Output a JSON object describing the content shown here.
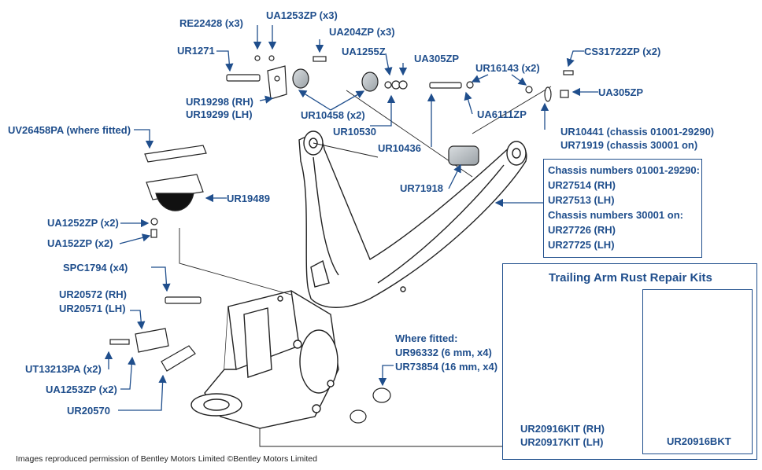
{
  "labels": {
    "re22428": "RE22428 (x3)",
    "ua1253zp_top": "UA1253ZP (x3)",
    "ua204zp": "UA204ZP (x3)",
    "ur1271": "UR1271",
    "ua1255z": "UA1255Z",
    "ua305zp_top": "UA305ZP",
    "ur16143": "UR16143 (x2)",
    "cs31722zp": "CS31722ZP (x2)",
    "ua305zp_right": "UA305ZP",
    "ur19298": "UR19298 (RH)",
    "ur19299": "UR19299 (LH)",
    "ur10458": "UR10458 (x2)",
    "ua6111zp": "UA6111ZP",
    "uv26458pa": "UV26458PA (where fitted)",
    "ur10530": "UR10530",
    "ur10441": "UR10441 (chassis 01001-29290)",
    "ur71919": "UR71919 (chassis 30001 on)",
    "ur10436": "UR10436",
    "ur19489": "UR19489",
    "ur71918": "UR71918",
    "ua1252zp": "UA1252ZP (x2)",
    "ua152zp": "UA152ZP (x2)",
    "spc1794": "SPC1794 (x4)",
    "ur20572": "UR20572 (RH)",
    "ur20571": "UR20571 (LH)",
    "ut13213pa": "UT13213PA (x2)",
    "ua1253zp_bottom": "UA1253ZP (x2)",
    "ur20570": "UR20570",
    "where_fitted": "Where fitted:",
    "ur96332": "UR96332 (6 mm, x4)",
    "ur73854": "UR73854 (16 mm, x4)"
  },
  "chassis_box": {
    "line1": "Chassis numbers 01001-29290:",
    "line2": "UR27514 (RH)",
    "line3": "UR27513 (LH)",
    "line4": "Chassis numbers 30001 on:",
    "line5": "UR27726 (RH)",
    "line6": "UR27725 (LH)"
  },
  "kits": {
    "title": "Trailing Arm Rust Repair Kits",
    "kit_rh": "UR20916KIT (RH)",
    "kit_lh": "UR20917KIT (LH)",
    "bracket": "UR20916BKT"
  },
  "credit": "Images reproduced permission of Bentley Motors Limited ©Bentley Motors Limited",
  "colors": {
    "label_blue": "#1f4e8c",
    "line_drawing": "#222222",
    "part_grey": "#b9bec2"
  }
}
